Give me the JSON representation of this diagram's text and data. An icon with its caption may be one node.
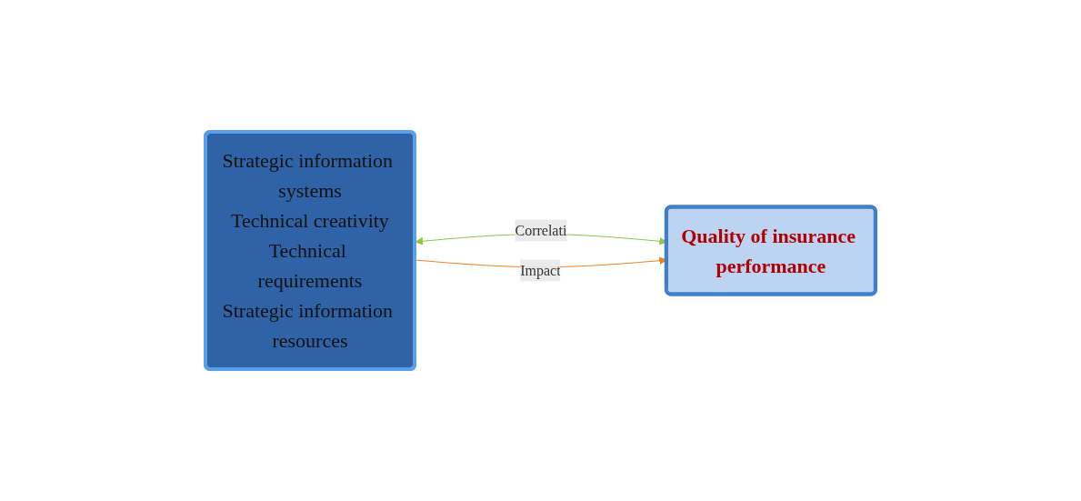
{
  "diagram": {
    "nodes": [
      {
        "text": [
          "Strategic information systems",
          "Technical creativity",
          "Technical requirements",
          "Strategic information resources"
        ]
      },
      {
        "text": [
          "Quality of insurance performance"
        ]
      }
    ],
    "edges": [
      {
        "from": 0,
        "to": 1,
        "arrow": "both",
        "label": "Correlati",
        "color": "#8dc63f"
      },
      {
        "from": 0,
        "to": 1,
        "arrow": "to",
        "label": "Impact",
        "color": "#f07f1a"
      }
    ]
  }
}
